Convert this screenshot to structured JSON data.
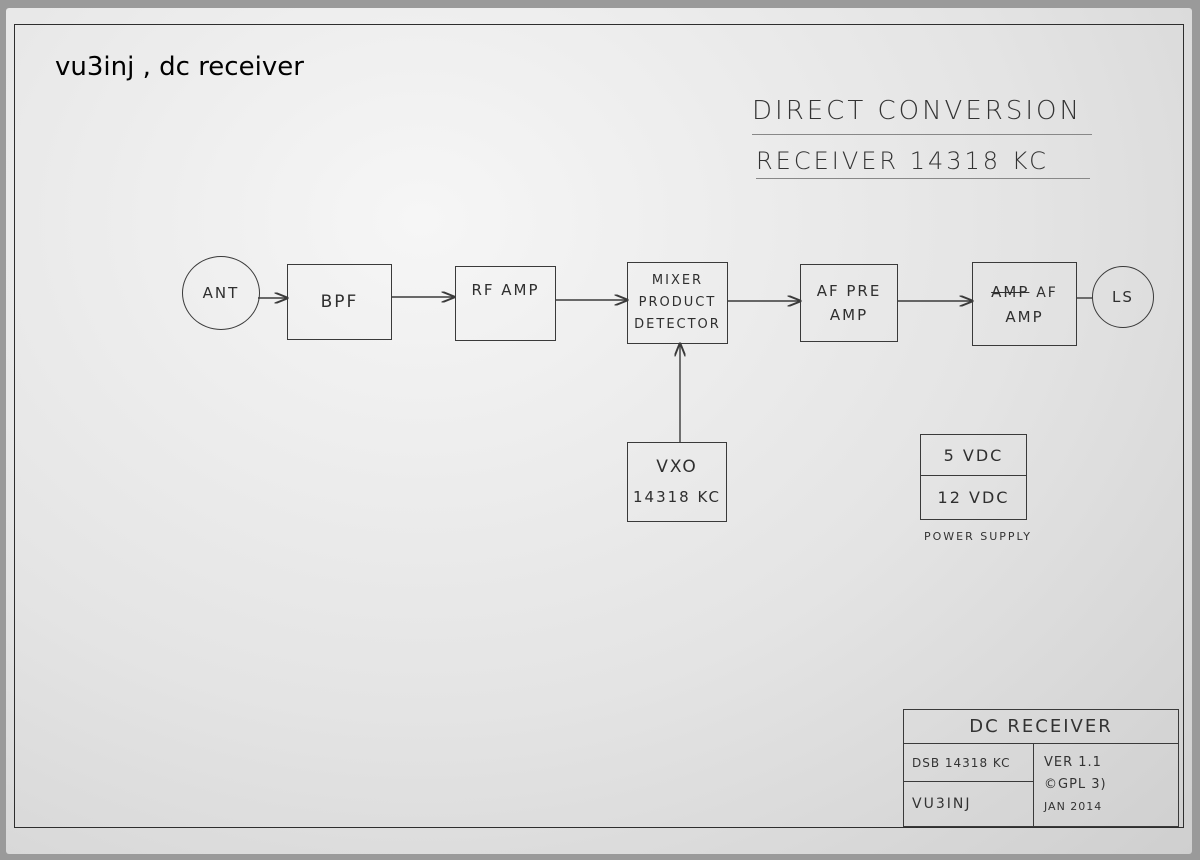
{
  "caption": "vu3inj , dc receiver",
  "title": {
    "line1": "DIRECT CONVERSION",
    "line2": "RECEIVER  14318 KC"
  },
  "blocks": {
    "ant": "ANT",
    "bpf": "BPF",
    "rf_amp": "RF AMP",
    "mixer": [
      "MIXER",
      "PRODUCT",
      "DETECTOR"
    ],
    "af_pre_amp": [
      "AF PRE",
      "AMP"
    ],
    "af_amp_struck": "AMP",
    "af_amp_insert": "AF",
    "af_amp": "AMP",
    "ls": "LS",
    "vxo": [
      "VXO",
      "14318 KC"
    ]
  },
  "power_supply": {
    "rows": [
      "5 VDC",
      "12 VDC"
    ],
    "label": "POWER SUPPLY"
  },
  "title_block": {
    "name": "DC RECEIVER",
    "mode": "DSB 14318 KC",
    "version": "VER 1.1",
    "license": "©GPL 3)",
    "author": "VU3INJ",
    "date": "JAN 2014"
  },
  "colors": {
    "ink": "#3a3a3a",
    "paper": "#efefef"
  }
}
